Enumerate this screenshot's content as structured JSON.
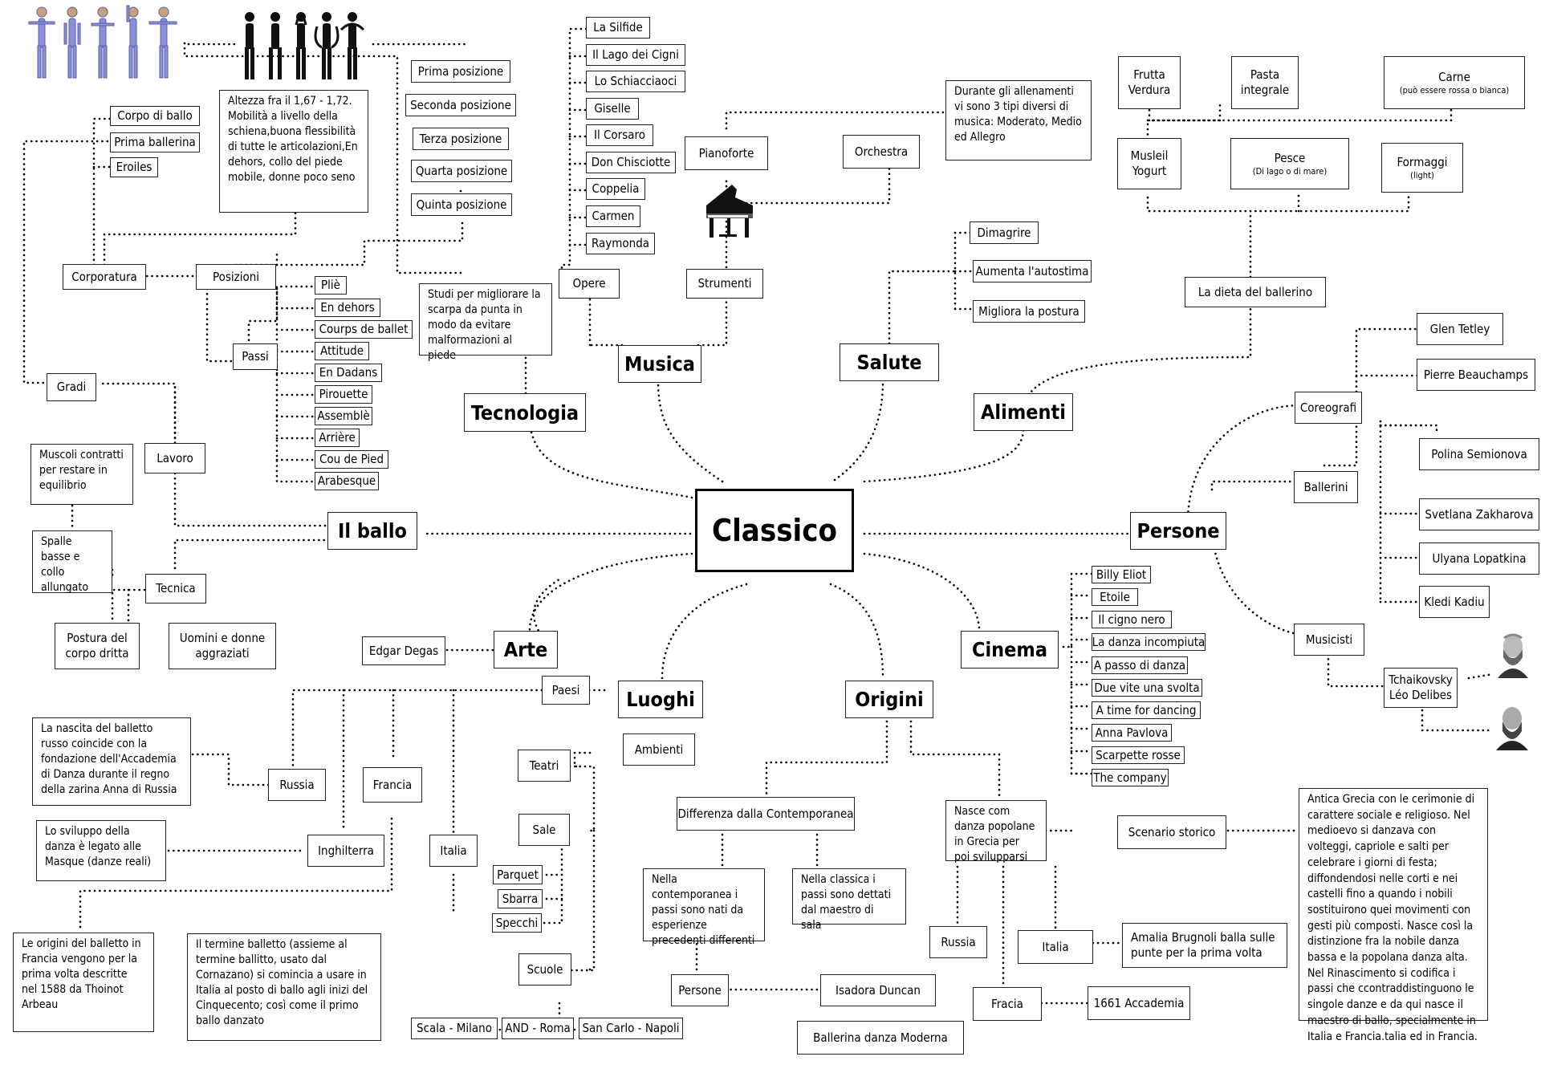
{
  "center": "Classico",
  "hubs": {
    "ballo": "Il ballo",
    "tecnologia": "Tecnologia",
    "musica": "Musica",
    "salute": "Salute",
    "alimenti": "Alimenti",
    "persone": "Persone",
    "cinema": "Cinema",
    "origini": "Origini",
    "luoghi": "Luoghi",
    "arte": "Arte"
  },
  "ballo": {
    "corporatura": "Corporatura",
    "posizioni": "Posizioni",
    "ruoli": [
      "Corpo di ballo",
      "Prima ballerina",
      "Eroiles"
    ],
    "altezza_note": "Altezza fra il 1,67 - 1,72. Mobilità a livello della schiena,buona flessibilità di tutte le articolazioni,En dehors, collo del piede mobile, donne poco seno",
    "posizioni_list": [
      "Prima posizione",
      "Seconda posizione",
      "Terza posizione",
      "Quarta posizione",
      "Quinta posizione"
    ],
    "passi": "Passi",
    "passi_list": [
      "Pliè",
      "En dehors",
      "Courps de ballet",
      "Attitude",
      "En Dadans",
      "Pirouette",
      "Assemblè",
      "Arrière",
      "Cou de Pied",
      "Arabesque"
    ],
    "gradi": "Gradi",
    "lavoro": "Lavoro",
    "muscoli": "Muscoli contratti per restare in equilibrio",
    "spalle": "Spalle basse e collo allungato",
    "tecnica": "Tecnica",
    "postura": "Postura del corpo dritta",
    "uomini": "Uomini e donne aggraziati"
  },
  "tecnologia": {
    "studi": "Studi per migliorare la scarpa da punta in modo da evitare malformazioni al piede"
  },
  "musica": {
    "opere": "Opere",
    "strumenti": "Strumenti",
    "opere_list": [
      "La Silfide",
      "Il Lago dei Cigni",
      "Lo Schiacciaoci",
      "Giselle",
      "Il Corsaro",
      "Don Chisciotte",
      "Coppelia",
      "Carmen",
      "Raymonda"
    ],
    "pianoforte": "Pianoforte",
    "orchestra": "Orchestra",
    "tempi_note": "Durante gli allenamenti vi sono 3 tipi diversi di musica: Moderato, Medio ed Allegro"
  },
  "salute": {
    "items": [
      "Dimagrire",
      "Aumenta l'autostima",
      "Migliora la postura"
    ]
  },
  "alimenti": {
    "dieta": "La dieta del ballerino",
    "frutta": [
      "Frutta",
      "Verdura"
    ],
    "pasta": [
      "Pasta",
      "integrale"
    ],
    "carne": "Carne",
    "carne_sub": "(può essere rossa o bianca)",
    "musleil": [
      "Musleil",
      "Yogurt"
    ],
    "pesce": "Pesce",
    "pesce_sub": "(Di lago o di mare)",
    "formaggi": "Formaggi",
    "formaggi_sub": "(light)"
  },
  "persone": {
    "coreografi": "Coreografi",
    "coreografi_list": [
      "Glen Tetley",
      "Pierre Beauchamps"
    ],
    "ballerini": "Ballerini",
    "ballerini_list": [
      "Polina Semionova",
      "Svetlana Zakharova",
      "Ulyana Lopatkina",
      "Kledi Kadiu"
    ],
    "musicisti": "Musicisti",
    "musicisti_names": [
      "Tchaikovsky",
      "Léo Delibes"
    ]
  },
  "cinema": {
    "films": [
      "Billy Eliot",
      "Etoile",
      "Il cigno nero",
      "La danza incompiuta",
      "A passo di danza",
      "Due vite una svolta",
      "A time for dancing",
      "Anna Pavlova",
      "Scarpette rosse",
      "The company"
    ]
  },
  "origini": {
    "differenza": "Differenza dalla Contemporanea",
    "contemporanea": "Nella contemporanea i passi sono nati da esperienze precedenti differenti",
    "classica": "Nella classica i passi sono dettati dal maestro di sala",
    "persone": "Persone",
    "isadora": "Isadora Duncan",
    "ballerina_moderna": "Ballerina danza Moderna",
    "nasce": "Nasce com danza popolane in Grecia per poi svilupparsi",
    "scenario": "Scenario storico",
    "antica_grecia": "Antica Grecia con le cerimonie di carattere sociale e religioso. Nel medioevo si danzava con volteggi, capriole e salti per celebrare i giorni di festa; diffondendosi nelle corti e nei castelli fino a quando i nobili sostituirono quei movimenti con gesti più composti. Nasce così la distinzione fra la nobile danza bassa e la popolana danza alta. Nel Rinascimento si codifica i passi che ccontraddistinguono le singole danze e da qui nasce il maestro di ballo, specialmente in Italia e Francia.talia ed in Francia.",
    "russia": "Russia",
    "italia": "Italia",
    "fracia": "Fracia",
    "amalia": "Amalia Brugnoli balla sulle punte per la prima volta",
    "accademia": "1661 Accademia"
  },
  "luoghi": {
    "ambienti": "Ambienti",
    "teatri": "Teatri",
    "sale": "Sale",
    "sale_list": [
      "Parquet",
      "Sbarra",
      "Specchi"
    ],
    "scuole": "Scuole",
    "scuole_list": [
      "Scala - Milano",
      "AND - Roma",
      "San Carlo - Napoli"
    ],
    "paesi": "Paesi",
    "russia": "Russia",
    "francia": "Francia",
    "inghilterra": "Inghilterra",
    "italia": "Italia",
    "russia_note": "La nascita del balletto russo coincide con la fondazione dell'Accademia di Danza durante il regno della zarina Anna di Russia",
    "inghilterra_note": "Lo sviluppo della danza è legato alle Masque (danze reali)",
    "francia_note": "Le origini del balletto in Francia vengono per la prima volta descritte nel 1588 da Thoinot Arbeau",
    "italia_note": "Il termine balletto (assieme al termine ballitto, usato dal Cornazano) si comincia a usare in Italia al posto di ballo agli inizi del Cinquecento; così come il primo ballo danzato"
  },
  "arte": {
    "degas": "Edgar Degas"
  },
  "icons": [
    "ballerina-figures-icon",
    "dancer-silhouettes-icon",
    "grand-piano-icon",
    "composer-portrait-icon"
  ]
}
